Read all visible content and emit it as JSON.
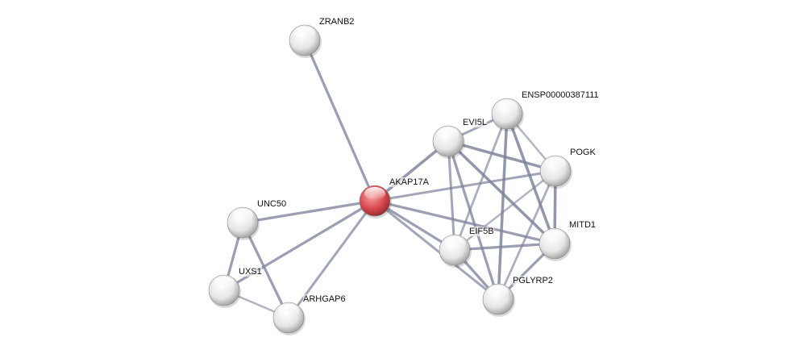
{
  "network": {
    "query_protein": "AKAP17A",
    "colors": {
      "query_node": "#d9474d",
      "node": "#e8e8e8",
      "edge": "#7d8299"
    },
    "nodes": [
      {
        "id": "ZRANB2",
        "label": "ZRANB2"
      },
      {
        "id": "AKAP17A",
        "label": "AKAP17A"
      },
      {
        "id": "EVI5L",
        "label": "EVI5L"
      },
      {
        "id": "ENSP00000387111",
        "label": "ENSP00000387111"
      },
      {
        "id": "POGK",
        "label": "POGK"
      },
      {
        "id": "MITD1",
        "label": "MITD1"
      },
      {
        "id": "EIF5B",
        "label": "EIF5B"
      },
      {
        "id": "PGLYRP2",
        "label": "PGLYRP2"
      },
      {
        "id": "UNC50",
        "label": "UNC50"
      },
      {
        "id": "UXS1",
        "label": "UXS1"
      },
      {
        "id": "ARHGAP6",
        "label": "ARHGAP6"
      }
    ],
    "edges": [
      {
        "a": "ZRANB2",
        "b": "AKAP17A",
        "strength": 0.7
      },
      {
        "a": "AKAP17A",
        "b": "EVI5L",
        "strength": 0.8
      },
      {
        "a": "AKAP17A",
        "b": "POGK",
        "strength": 0.6
      },
      {
        "a": "AKAP17A",
        "b": "EIF5B",
        "strength": 0.7
      },
      {
        "a": "AKAP17A",
        "b": "MITD1",
        "strength": 0.7
      },
      {
        "a": "AKAP17A",
        "b": "PGLYRP2",
        "strength": 0.6
      },
      {
        "a": "AKAP17A",
        "b": "UNC50",
        "strength": 0.7
      },
      {
        "a": "AKAP17A",
        "b": "UXS1",
        "strength": 0.7
      },
      {
        "a": "AKAP17A",
        "b": "ARHGAP6",
        "strength": 0.6
      },
      {
        "a": "EVI5L",
        "b": "ENSP00000387111",
        "strength": 0.6
      },
      {
        "a": "EVI5L",
        "b": "POGK",
        "strength": 0.8
      },
      {
        "a": "EVI5L",
        "b": "MITD1",
        "strength": 0.8
      },
      {
        "a": "EVI5L",
        "b": "EIF5B",
        "strength": 0.6
      },
      {
        "a": "EVI5L",
        "b": "PGLYRP2",
        "strength": 0.7
      },
      {
        "a": "ENSP00000387111",
        "b": "POGK",
        "strength": 0.4
      },
      {
        "a": "ENSP00000387111",
        "b": "MITD1",
        "strength": 0.8
      },
      {
        "a": "ENSP00000387111",
        "b": "EIF5B",
        "strength": 0.5
      },
      {
        "a": "ENSP00000387111",
        "b": "PGLYRP2",
        "strength": 0.8
      },
      {
        "a": "POGK",
        "b": "MITD1",
        "strength": 0.8
      },
      {
        "a": "POGK",
        "b": "EIF5B",
        "strength": 0.4
      },
      {
        "a": "POGK",
        "b": "PGLYRP2",
        "strength": 0.5
      },
      {
        "a": "EIF5B",
        "b": "MITD1",
        "strength": 0.7
      },
      {
        "a": "EIF5B",
        "b": "PGLYRP2",
        "strength": 0.7
      },
      {
        "a": "MITD1",
        "b": "PGLYRP2",
        "strength": 0.7
      },
      {
        "a": "UNC50",
        "b": "UXS1",
        "strength": 0.7
      },
      {
        "a": "UNC50",
        "b": "ARHGAP6",
        "strength": 0.7
      },
      {
        "a": "UXS1",
        "b": "ARHGAP6",
        "strength": 0.4
      }
    ]
  }
}
